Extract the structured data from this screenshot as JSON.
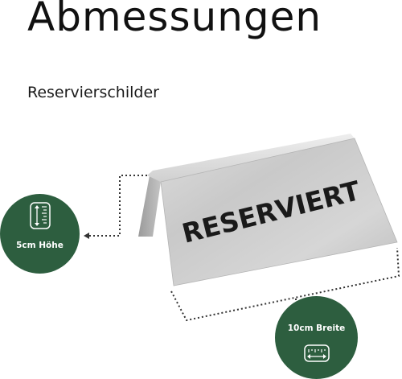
{
  "page": {
    "title": "Abmessungen",
    "subtitle": "Reservierschilder"
  },
  "sign": {
    "text": "RESERVIERT"
  },
  "badges": {
    "height": {
      "label": "5cm Höhe",
      "icon": "vertical-ruler-icon"
    },
    "width": {
      "label": "10cm Breite",
      "icon": "horizontal-ruler-icon"
    }
  },
  "colors": {
    "badge": "#2d5e3f",
    "text": "#111111",
    "sign_text": "#1a1a1a"
  }
}
